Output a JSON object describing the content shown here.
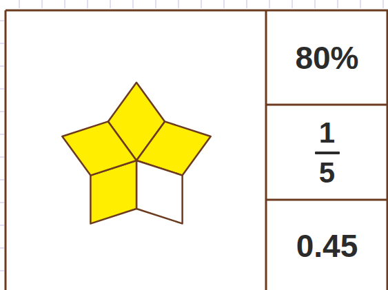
{
  "diagram": {
    "nodes": [
      {
        "text": [
          "80%"
        ]
      },
      {
        "text": [
          "1",
          "5"
        ]
      },
      {
        "text": [
          "0.45"
        ]
      }
    ]
  }
}
